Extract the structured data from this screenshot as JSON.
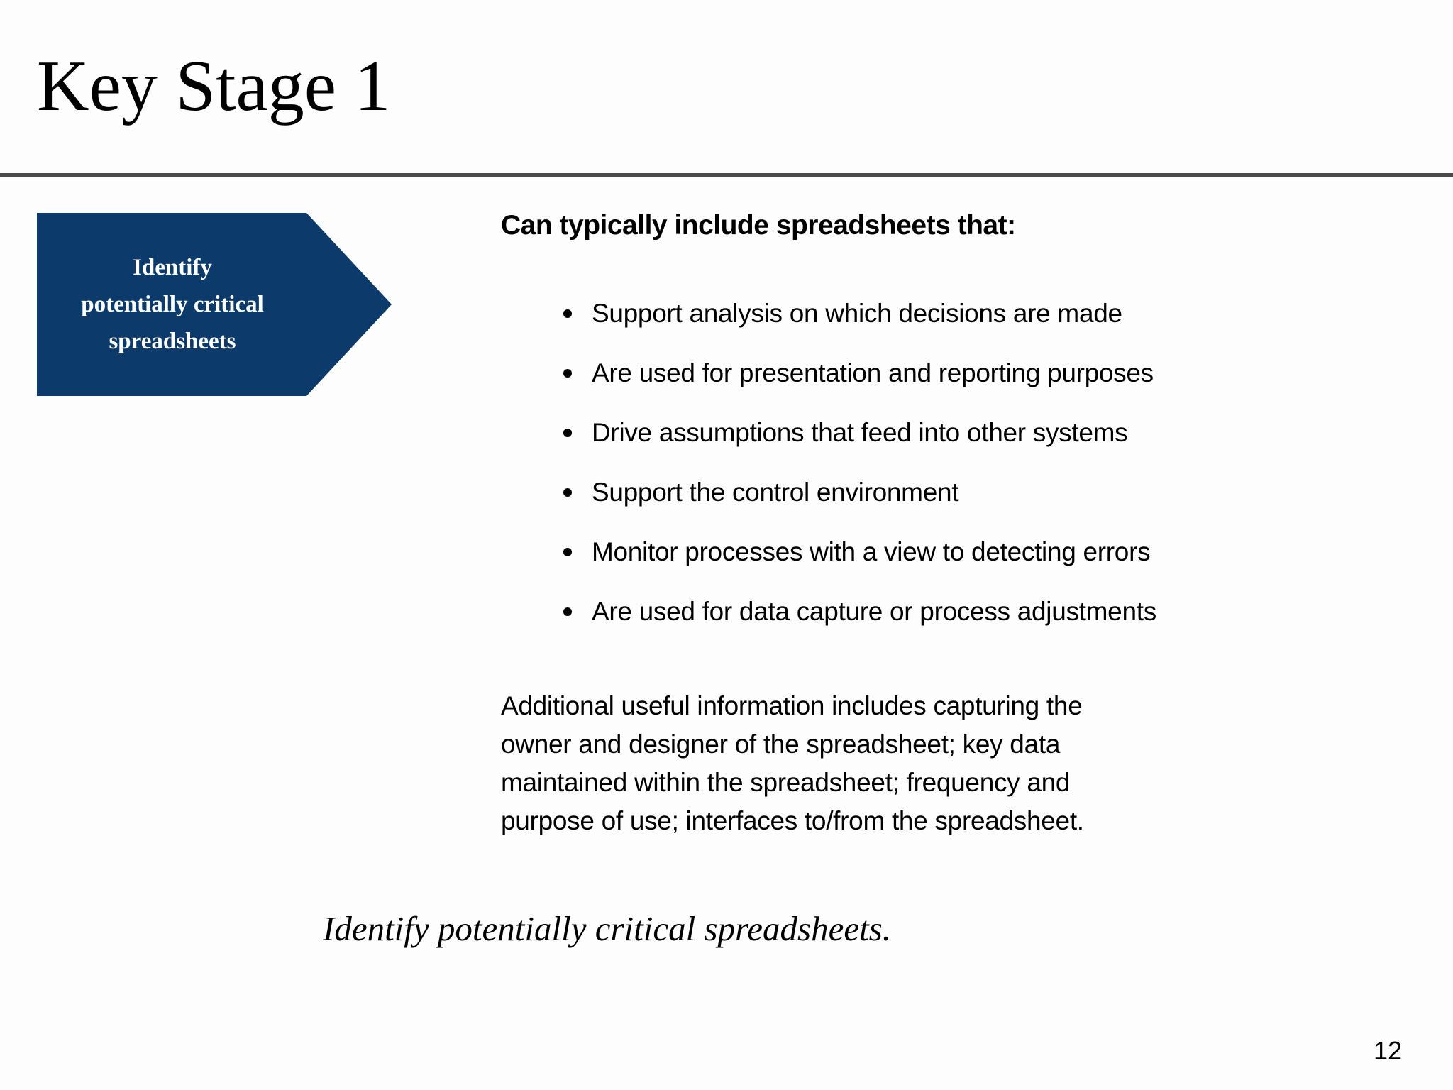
{
  "slide": {
    "title": "Key Stage 1",
    "page_number": "12"
  },
  "process_arrow": {
    "lines": [
      "Identify",
      "potentially critical",
      "spreadsheets"
    ],
    "fill_color": "#0c3a6b",
    "text_color": "#ffffff"
  },
  "content": {
    "heading": "Can typically include spreadsheets that:",
    "bullets": [
      "Support analysis on which decisions are made",
      "Are used for presentation and reporting purposes",
      "Drive assumptions that feed into other systems",
      "Support the control environment",
      "Monitor processes with a view to detecting errors",
      "Are used for data capture or process adjustments"
    ],
    "paragraph_lines": [
      "Additional useful information includes capturing the",
      "owner and designer of the spreadsheet; key data",
      "maintained within the spreadsheet; frequency and",
      "purpose of use; interfaces to/from the spreadsheet."
    ],
    "italic_caption": "Identify potentially critical spreadsheets."
  },
  "colors": {
    "background": "#fdfdfd",
    "rule": "#4a4a4a",
    "text": "#000000",
    "arrow_fill": "#0c3a6b",
    "arrow_text": "#ffffff"
  }
}
